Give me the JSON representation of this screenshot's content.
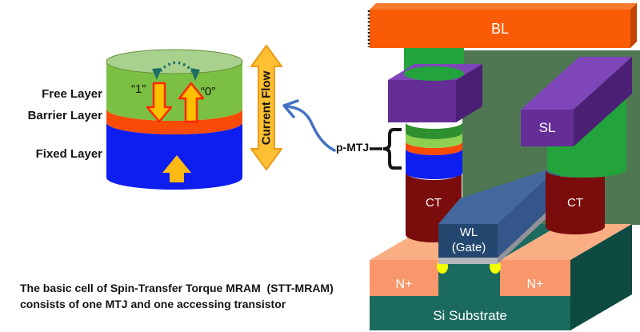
{
  "mtj_cell": {
    "layer_labels": {
      "free": "Free Layer",
      "barrier": "Barrier Layer",
      "fixed": "Fixed Layer"
    },
    "states": {
      "one": "“1”",
      "zero": "“0”"
    },
    "current_flow_label": "Current Flow"
  },
  "structure": {
    "bit_line_label": "BL",
    "source_line_label": "SL",
    "contact_left_label": "CT",
    "contact_right_label": "CT",
    "word_line_label": "WL",
    "word_line_sublabel": "(Gate)",
    "n_plus_left_label": "N+",
    "n_plus_right_label": "N+",
    "substrate_label": "Si Substrate",
    "mtj_pillar_label": "p-MTJ"
  },
  "caption": {
    "line1": "The basic cell of Spin-Transfer Torque MRAM  (STT-MRAM)",
    "line2": "consists of one MTJ and one accessing transistor"
  },
  "colors": {
    "free_layer_top": "#A9D18E",
    "free_layer_side": "#7CC043",
    "free_layer_rim": "#6A8F3A",
    "barrier_layer": "#F84B08",
    "fixed_layer": "#0E1EF0",
    "state_arrow_fill": "#FFC000",
    "state_arrow_stroke": "#FF2600",
    "spin_arc": "#1D6F66",
    "magnetization_arrow": "#FFB915",
    "flow_arrow_fill": "#FFC033",
    "flow_arrow_stroke": "#EC9A18",
    "pointer_arrow": "#4472C4",
    "bl_front": "#F95B06",
    "bl_top": "#FB7B2C",
    "bl_side": "#C24503",
    "bl_cut_edge": "#111111",
    "via_green": "#22A33C",
    "purple_front": "#652D96",
    "purple_top": "#7E46B9",
    "purple_side": "#4B1F74",
    "stack_dark_green": "#2E8F2F",
    "stack_lime": "#8FD14F",
    "stack_orange": "#F84B08",
    "stack_blue": "#0E1EF0",
    "ct_maroon": "#7A0C0C",
    "wl_front": "#24476F",
    "wl_top": "#42689E",
    "wl_side": "#35568A",
    "oxide_gray": "#B5B5BC",
    "oxide_gray_side": "#92929B",
    "nplus_front": "#F8976B",
    "nplus_top": "#FAAE83",
    "substrate_front": "#1A6B5E",
    "substrate_side": "#0E4A40",
    "well_green": "#4E7752",
    "ldd_yellow": "#F2FF00",
    "text_dark": "#141414",
    "label_light": "#FFFFFF"
  }
}
